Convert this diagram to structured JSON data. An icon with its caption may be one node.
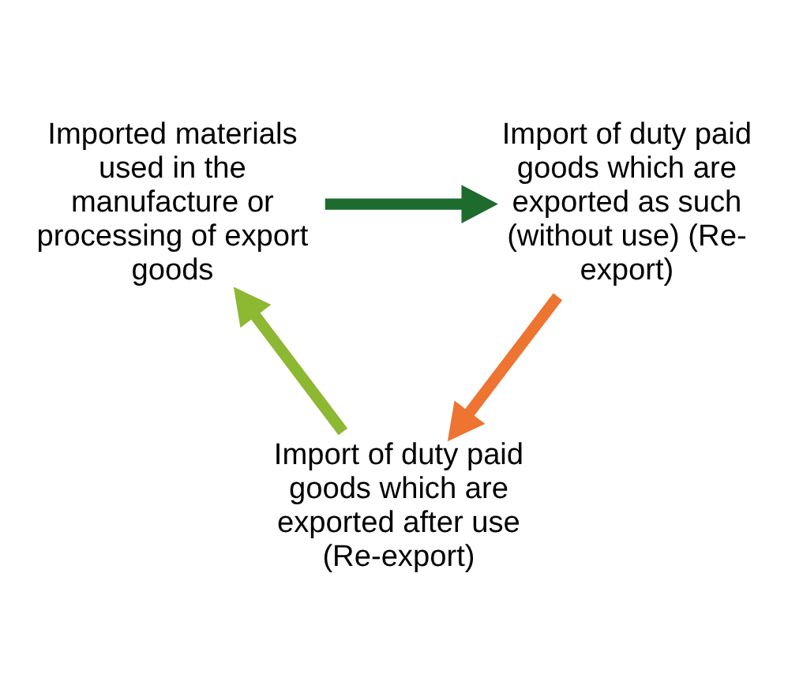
{
  "diagram": {
    "nodes": [
      {
        "text": [
          "Imported materials used in the manufacture or processing of export goods"
        ]
      },
      {
        "text": [
          "Import of duty paid goods which are exported as such (without use) (Re-export)"
        ]
      },
      {
        "text": [
          "Import of duty paid goods which are exported after use (Re-export)"
        ]
      }
    ],
    "edges": [
      {
        "from": 0,
        "to": 1,
        "arrow": "to",
        "color": "#1e6b2e"
      },
      {
        "from": 1,
        "to": 2,
        "arrow": "to",
        "color": "#ed7431"
      },
      {
        "from": 2,
        "to": 0,
        "arrow": "to",
        "color": "#8cb832"
      }
    ]
  }
}
